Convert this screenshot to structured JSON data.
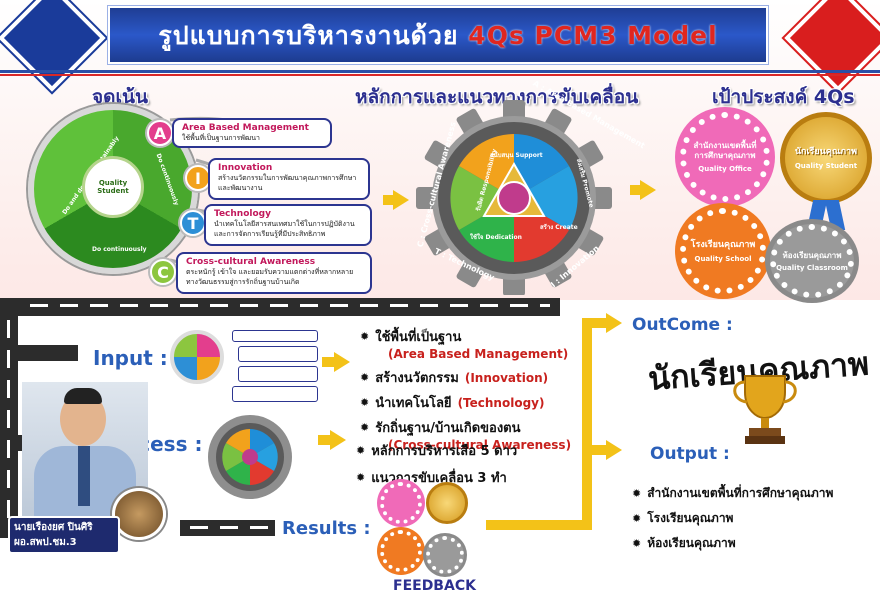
{
  "header": {
    "title_main": "รูปแบบการบริหารงานด้วย",
    "title_model": "4Qs PCM3 Model"
  },
  "sections": {
    "focus": "จุดเน้น",
    "principles": "หลักการและแนวทางการขับเคลื่อน",
    "goals": "เป้าประสงค์ 4Qs"
  },
  "focus_diagram": {
    "core": "Quality Student",
    "segments": [
      "Do and develop sustainably",
      "Do continuously",
      "Do continuously"
    ]
  },
  "components": [
    {
      "letter": "A",
      "color": "#e33e8d",
      "title": "Area Based Management",
      "desc": "ใช้พื้นที่เป็นฐานการพัฒนา",
      "title_color": "#c2185b"
    },
    {
      "letter": "I",
      "color": "#f2a21c",
      "title": "Innovation",
      "desc": "สร้างนวัตกรรมในการพัฒนาคุณภาพการศึกษาและพัฒนางาน",
      "title_color": "#c2185b"
    },
    {
      "letter": "T",
      "color": "#2d8fd6",
      "title": "Technology",
      "desc": "นำเทคโนโลยีสารสนเทศมาใช้ในการปฏิบัติงานและการจัดการเรียนรู้ที่มีประสิทธิภาพ",
      "title_color": "#c2185b"
    },
    {
      "letter": "C",
      "color": "#8cc63f",
      "title": "Cross-cultural Awareness",
      "desc": "ตระหนักรู้ เข้าใจ และยอมรับความแตกต่างที่หลากหลายทางวัฒนธรรมสู่การรักถิ่นฐานบ้านเกิด",
      "title_color": "#c2185b"
    }
  ],
  "gear": {
    "ring_labels": [
      "A : Area Based Management",
      "I : Innovation",
      "T : Technology",
      "C : Cross-cultural Awareness"
    ],
    "inner_labels": [
      "สนับสนุน Support",
      "ส่งเสริม Promote",
      "สร้าง Create",
      "ใช้ใจ Dedication",
      "รับผิด Responsibility"
    ]
  },
  "goals": [
    {
      "title": "สำนักงานเขตพื้นที่การศึกษาคุณภาพ",
      "sub": "Quality Office",
      "color": "#f06ab8"
    },
    {
      "title": "นักเรียนคุณภาพ",
      "sub": "Quality Student",
      "color": "#e0a52a"
    },
    {
      "title": "โรงเรียนคุณภาพ",
      "sub": "Quality School",
      "color": "#f07a22"
    },
    {
      "title": "ห้องเรียนคุณภาพ",
      "sub": "Quality Classroom",
      "color": "#9a9a9a"
    }
  ],
  "flow": {
    "input_label": "Input :",
    "process_label": "Process :",
    "results_label": "Results :",
    "feedback_label": "FEEDBACK",
    "input_items": [
      {
        "main": "ใช้พื้นที่เป็นฐาน",
        "sub": "(Area Based Management)"
      },
      {
        "main": "สร้างนวัตกรรม",
        "sub": "(Innovation)"
      },
      {
        "main": "นำเทคโนโลยี",
        "sub": "(Technology)"
      },
      {
        "main": "รักถิ่นฐาน/บ้านเกิดของตน",
        "sub": "(Cross-cultural Awareness)"
      }
    ],
    "process_items": [
      "หลักการบริหารเสือ 5 ดาว",
      "แนวการขับเคลื่อน 3 ทำ"
    ],
    "outcome_label": "OutCome :",
    "outcome_text": "นักเรียนคุณภาพ",
    "output_label": "Output :",
    "output_items": [
      "สำนักงานเขตพื้นที่การศึกษาคุณภาพ",
      "โรงเรียนคุณภาพ",
      "ห้องเรียนคุณภาพ"
    ]
  },
  "person": {
    "name": "นายเรืองยศ ปินศิริ",
    "position": "ผอ.สพป.ชม.3"
  }
}
